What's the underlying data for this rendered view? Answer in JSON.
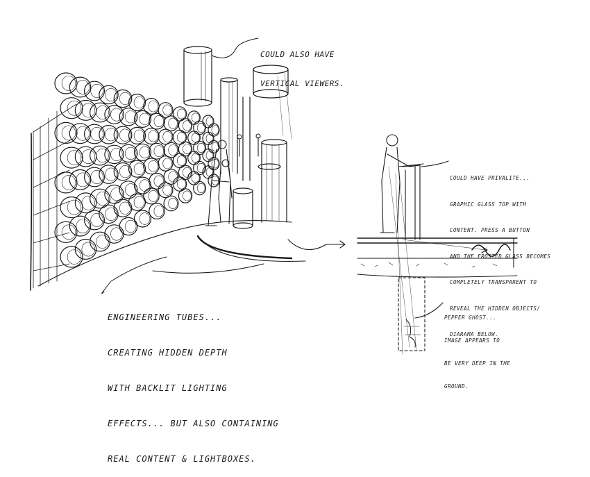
{
  "annotations": {
    "vertical_viewers": [
      "COULD ALSO HAVE",
      "VERTICAL VIEWERS."
    ],
    "engineering_tubes": [
      "ENGINEERING TUBES...",
      "CREATING HIDDEN DEPTH",
      "WITH BACKLIT LIGHTING",
      "EFFECTS... BUT ALSO CONTAINING",
      "REAL CONTENT & LIGHTBOXES."
    ],
    "privalite": [
      "COULD HAVE PRIVALITE...",
      "GRAPHIC GLASS TOP WITH",
      "CONTENT. PRESS A BUTTON",
      "AND THE FROSTED GLASS BECOMES",
      "COMPLETELY TRANSPARENT TO",
      "REVEAL THE HIDDEN OBJECTS/",
      "DIARAMA BELOW."
    ],
    "pepper_ghost": [
      "PEPPER GHOST...",
      "IMAGE APPEARS TO",
      "BE VERY DEEP IN THE",
      "GROUND."
    ]
  },
  "ink_color": "#1a1a1a",
  "paper_color": "#ffffff"
}
